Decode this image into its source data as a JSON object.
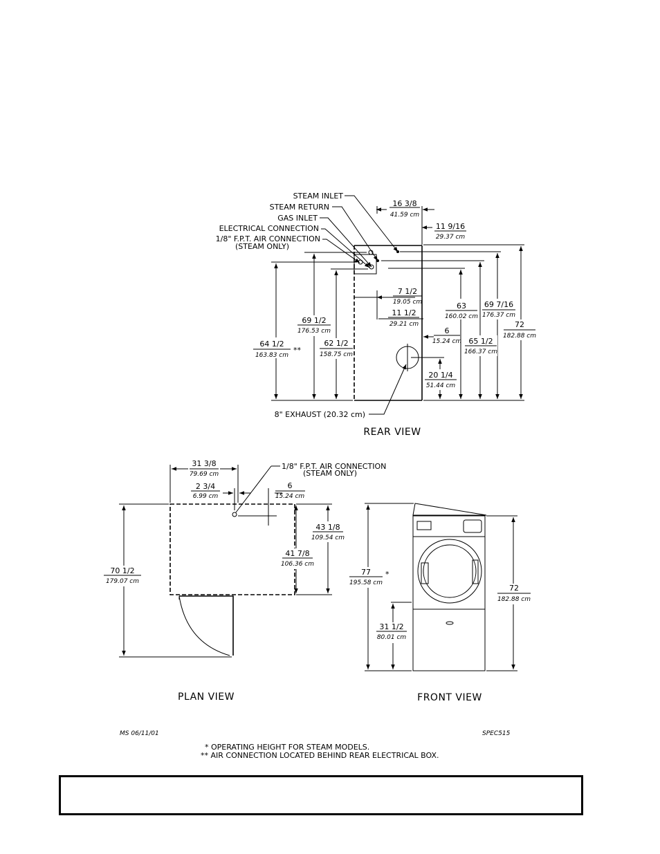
{
  "rear_view": {
    "caption": "REAR VIEW",
    "labels": {
      "steam_inlet": "STEAM INLET",
      "steam_return": "STEAM RETURN",
      "gas_inlet": "GAS INLET",
      "electrical": "ELECTRICAL CONNECTION",
      "air_connection": "1/8\" F.P.T. AIR CONNECTION",
      "air_connection_sub": "(STEAM ONLY)",
      "exhaust": "8\" EXHAUST (20.32 cm)",
      "double_star": "**"
    },
    "dims": {
      "d16": [
        "16 3/8",
        "41.59 cm"
      ],
      "d11_9_16": [
        "11 9/16",
        "29.37 cm"
      ],
      "d7": [
        "7 1/2",
        "19.05 cm"
      ],
      "d11_half": [
        "11 1/2",
        "29.21 cm"
      ],
      "d6": [
        "6",
        "15.24 cm"
      ],
      "d63": [
        "63",
        "160.02 cm"
      ],
      "d69_7_16": [
        "69 7/16",
        "176.37 cm"
      ],
      "d72": [
        "72",
        "182.88 cm"
      ],
      "d65": [
        "65 1/2",
        "166.37 cm"
      ],
      "d20": [
        "20 1/4",
        "51.44 cm"
      ],
      "d69_half": [
        "69 1/2",
        "176.53 cm"
      ],
      "d62": [
        "62 1/2",
        "158.75 cm"
      ],
      "d64": [
        "64 1/2",
        "163.83 cm"
      ]
    }
  },
  "plan_view": {
    "caption": "PLAN VIEW",
    "labels": {
      "air_connection": "1/8\" F.P.T. AIR CONNECTION",
      "air_connection_sub": "(STEAM ONLY)"
    },
    "dims": {
      "d31": [
        "31 3/8",
        "79.69 cm"
      ],
      "d2": [
        "2 3/4",
        "6.99 cm"
      ],
      "d6": [
        "6",
        "15.24 cm"
      ],
      "d43": [
        "43 1/8",
        "109.54 cm"
      ],
      "d41": [
        "41 7/8",
        "106.36 cm"
      ],
      "d70": [
        "70 1/2",
        "179.07 cm"
      ]
    }
  },
  "front_view": {
    "caption": "FRONT VIEW",
    "star": "*",
    "dims": {
      "d77": [
        "77",
        "195.58 cm"
      ],
      "d72": [
        "72",
        "182.88 cm"
      ],
      "d31": [
        "31 1/2",
        "80.01 cm"
      ]
    }
  },
  "footer": {
    "left_code": "MS 06/11/01",
    "right_code": "SPEC515",
    "note1": "* OPERATING HEIGHT FOR STEAM MODELS.",
    "note2": "** AIR CONNECTION LOCATED BEHIND REAR ELECTRICAL BOX."
  }
}
